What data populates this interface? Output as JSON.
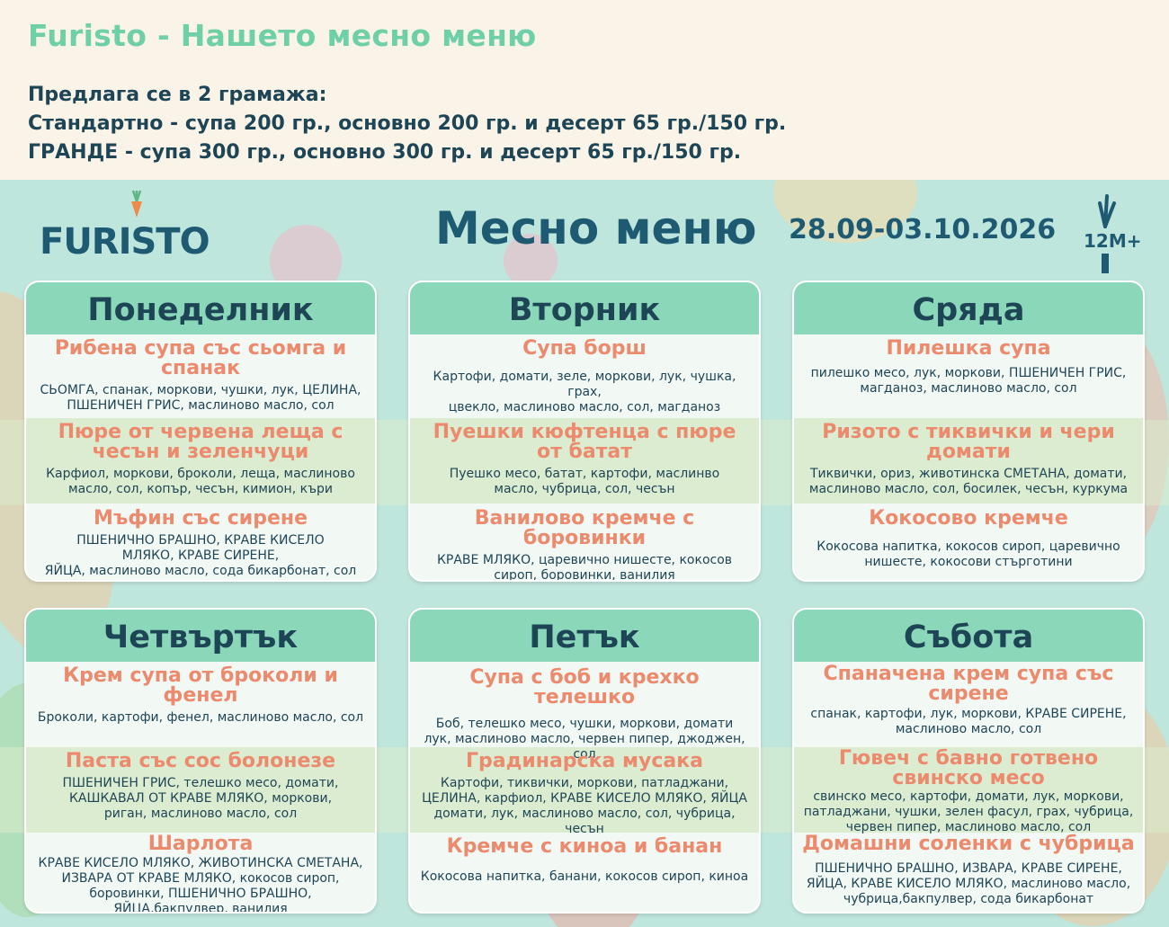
{
  "header": {
    "site_title": "Furisto - Нашето месно меню",
    "intro_lines": [
      "Предлага се в 2 грамажа:",
      "Стандартно - супа 200 гр., основно 200 гр. и десерт 65 гр./150 гр.",
      "ГРАНДЕ - супа 300 гр.,  основно 300 гр. и десерт 65 гр./150 гр."
    ]
  },
  "poster": {
    "logo_text": "FURISTO",
    "menu_title": "Месно меню",
    "date_range": "28.09-03.10.2026",
    "age_badge": "12M+"
  },
  "colors": {
    "header_bg": "#faf4e8",
    "site_title": "#6fd0a7",
    "text_dark": "#1e4556",
    "poster_bg": "#bfe6dd",
    "card_header": "#8ad8b9",
    "dish_name": "#ec8a6e"
  },
  "days": [
    {
      "name": "Понеделник",
      "dishes": [
        {
          "name": "Рибена супа със сьомга и спанак",
          "ingredients": "СЬОМГА, спанак, моркови, чушки, лук, ЦЕЛИНА,\nПШЕНИЧЕН ГРИС,  маслиново масло, сол"
        },
        {
          "name": "Пюре от червена леща с чесън и зеленчуци",
          "ingredients": "Карфиол, моркови, броколи, леща, маслиново\nмасло, сол, копър, чесън, кимион, къри"
        },
        {
          "name": "Мъфин със сирене",
          "ingredients": "ПШЕНИЧНО БРАШНО, КРАВЕ КИСЕЛО\nМЛЯКО, КРАВЕ СИРЕНЕ,\nЯЙЦА,   маслиново масло,  сода бикарбонат, сол"
        }
      ]
    },
    {
      "name": "Вторник",
      "dishes": [
        {
          "name": "Супа борш",
          "ingredients": "Картофи, домати, зеле, моркови, лук, чушка, грах,\nцвекло, маслиново масло, сол, магданоз"
        },
        {
          "name": "Пуешки кюфтенца с пюре от батат",
          "ingredients": "Пуешко месо, батат, картофи, маслинво\nмасло, чубрица, сол, чесън"
        },
        {
          "name": "Ванилово кремче с боровинки",
          "ingredients": "КРАВЕ МЛЯКО, царевично нишесте, кокосов\nсироп, боровинки, ванилия"
        }
      ]
    },
    {
      "name": "Сряда",
      "dishes": [
        {
          "name": "Пилешка супа",
          "ingredients": "пилешко месо, лук, моркови, ПШЕНИЧЕН ГРИС,\nмагданоз,  маслиново масло, сол"
        },
        {
          "name": "Ризото с тиквички и чери домати",
          "ingredients": "Тиквички, ориз, животинска СМЕТАНА, домати,\nмаслиново масло, сол, босилек, чесън, куркума"
        },
        {
          "name": "Кокосово кремче",
          "ingredients": "Кокосова напитка, кокосов сироп, царевично\nнишесте, кокосови стърготини"
        }
      ]
    },
    {
      "name": "Четвъртък",
      "dishes": [
        {
          "name": "Крем супа от броколи и фенел",
          "ingredients": "Броколи, картофи, фенел, маслиново масло, сол"
        },
        {
          "name": "Паста със сос болонезе",
          "ingredients": "ПШЕНИЧЕН ГРИС, телешко месо, домати,\nКАШКАВАЛ ОТ КРАВЕ МЛЯКО, моркови,\nриган, маслиново масло, сол"
        },
        {
          "name": "Шарлота",
          "ingredients": "КРАВЕ КИСЕЛО МЛЯКО, ЖИВОТИНСКА СМЕТАНА,\nИЗВАРА ОТ КРАВЕ МЛЯКО, кокосов сироп,\nборовинки, ПШЕНИЧНО БРАШНО,\nЯЙЦА,бакпулвер,  ванилия"
        }
      ]
    },
    {
      "name": "Петък",
      "dishes": [
        {
          "name": "Супа с боб и крехко телешко",
          "ingredients": "Боб, телешко месо, чушки, моркови, домати\nлук, маслиново масло, червен пипер, джоджен, сол"
        },
        {
          "name": "Градинарска мусака",
          "ingredients": "Картофи, тиквички, моркови, патладжани,\nЦЕЛИНА, карфиол, КРАВЕ КИСЕЛО МЛЯКО, ЯЙЦА\nдомати, лук, маслиново масло, сол, чубрица, чесън"
        },
        {
          "name": "Кремче с киноа и банан",
          "ingredients": "Кокосова напитка, банани, кокосов сироп, киноа"
        }
      ]
    },
    {
      "name": "Събота",
      "dishes": [
        {
          "name": "Спаначена крем супа със сирене",
          "ingredients": "спанак, картофи, лук, моркови, КРАВЕ СИРЕНЕ,\nмаслиново масло, сол"
        },
        {
          "name": "Гювеч с бавно готвено свинско месо",
          "ingredients": "свинско месо, картофи, домати, лук, моркови,\nпатладжани, чушки, зелен фасул, грах, чубрица,\nчервен пипер, маслиново  масло, сол"
        },
        {
          "name": "Домашни соленки с чубрица",
          "ingredients": "ПШЕНИЧНО БРАШНО,  ИЗВАРА, КРАВЕ СИРЕНЕ,\nЯЙЦА, КРАВЕ КИСЕЛО МЛЯКО,  маслиново масло,\nчубрица,бакпулвер, сода бикарбонат"
        }
      ]
    }
  ]
}
